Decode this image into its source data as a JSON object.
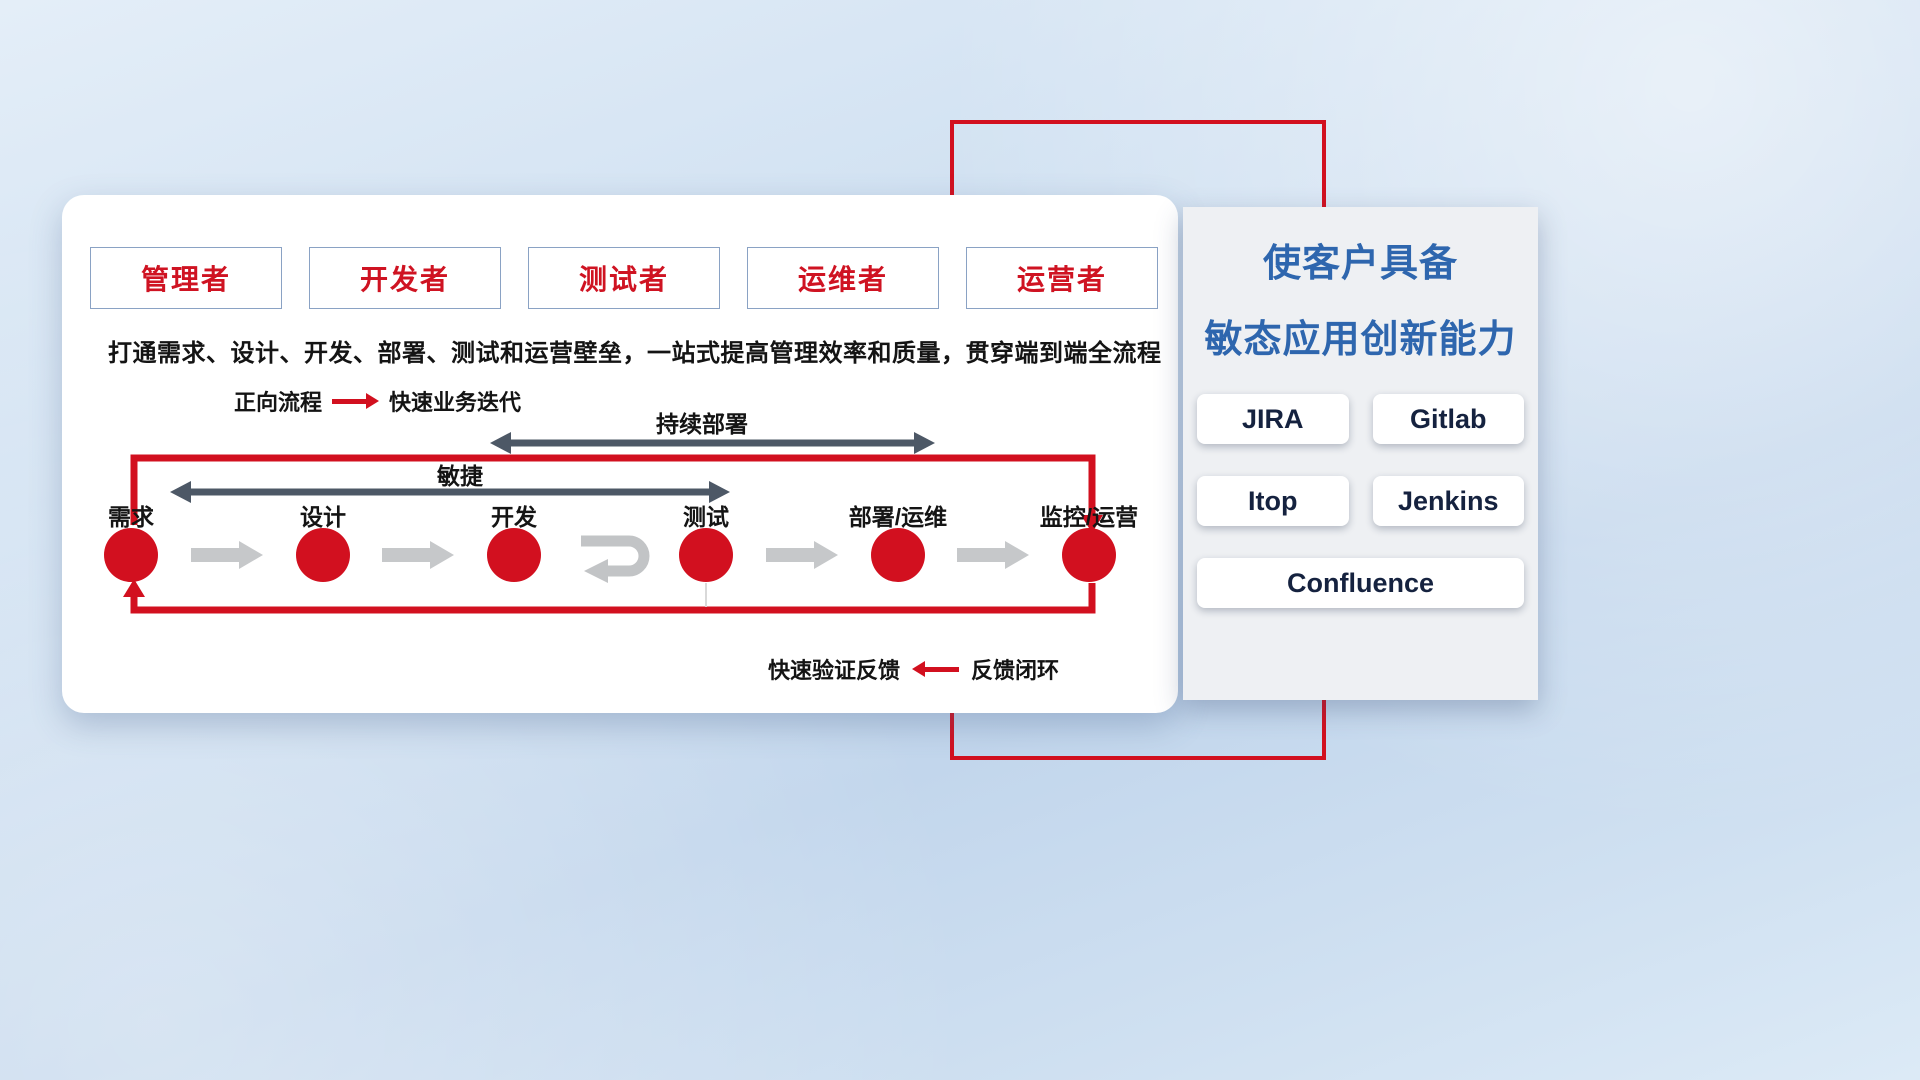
{
  "colors": {
    "accent_red": "#d2101f",
    "title_blue": "#2e66ae",
    "dark_arrow": "#4d5866",
    "gray_arrow": "#c6c8ca",
    "role_text_red": "#cf1322"
  },
  "flow_panel": {
    "roles": [
      {
        "label": "管理者"
      },
      {
        "label": "开发者"
      },
      {
        "label": "测试者"
      },
      {
        "label": "运维者"
      },
      {
        "label": "运营者"
      }
    ],
    "description": "打通需求、设计、开发、部署、测试和运营壁垒，一站式提高管理效率和质量，贯穿端到端全流程",
    "forward_legend": {
      "label": "正向流程",
      "caption": "快速业务迭代"
    },
    "continuous_deploy_label": "持续部署",
    "agile_label": "敏捷",
    "feedback_legend": {
      "label": "快速验证反馈",
      "caption": "反馈闭环"
    },
    "nodes": [
      {
        "label": "需求"
      },
      {
        "label": "设计"
      },
      {
        "label": "开发"
      },
      {
        "label": "测试"
      },
      {
        "label": "部署/运维"
      },
      {
        "label": "监控/运营"
      }
    ]
  },
  "capability_panel": {
    "title_line1": "使客户具备",
    "title_line2": "敏态应用创新能力",
    "tools": [
      {
        "label": "JIRA"
      },
      {
        "label": "Gitlab"
      },
      {
        "label": "Itop"
      },
      {
        "label": "Jenkins"
      },
      {
        "label": "Confluence"
      }
    ]
  }
}
